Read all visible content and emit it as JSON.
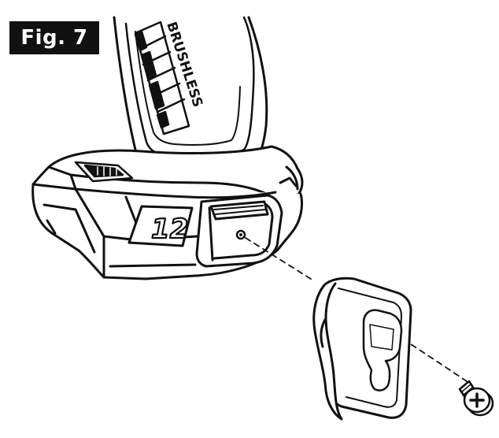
{
  "figure": {
    "label": "Fig. 7"
  },
  "tool": {
    "brand_text": "BRUSHLESS",
    "voltage_badge": "12"
  },
  "colors": {
    "ink": "#111111",
    "background": "#ffffff",
    "label_fill": "#111111",
    "label_text": "#ffffff"
  },
  "icons": {
    "screw": "phillips-screw-icon",
    "belt_clip": "belt-clip-icon",
    "leader_line": "dashed-leader-line"
  }
}
